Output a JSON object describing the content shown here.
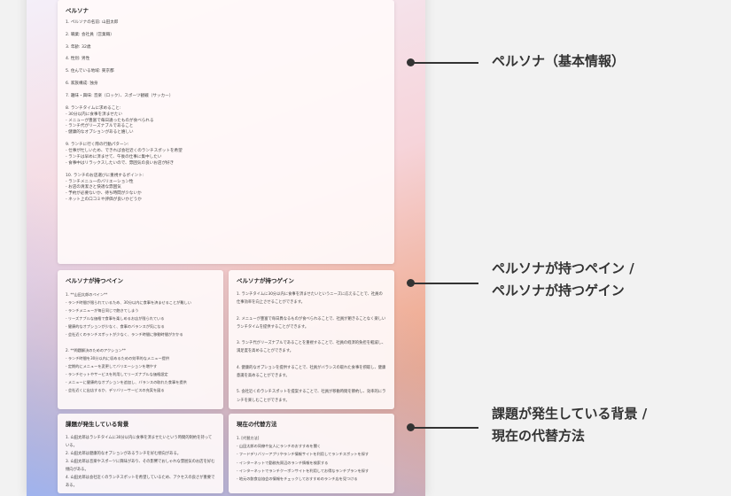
{
  "cards": {
    "persona": {
      "title": "ペルソナ",
      "body": "1. ペルソナの名前: 山田太郎\n\n2. 職業: 会社員（営業職）\n\n3. 年齢: 32歳\n\n4. 性別: 男性\n\n5. 住んでいる地域: 東京都\n\n6. 家族構成: 独身\n\n7. 趣味・興味: 音楽（ロック）、スポーツ観戦（サッカー）\n\n8. ランチタイムに求めること:\n  - 30分以内に食事を済ませたい\n  - メニューが豊富で毎日違ったものが食べられる\n  - ランチ代がリーズナブルであること\n  - 健康的なオプションがあると嬉しい\n\n9. ランチに行く際の行動パターン:\n  - 仕事が忙しいため、できれば会社近くのランチスポットを希望\n  - ランチは早めに済ませて、午後の仕事に集中したい\n  - 食事中はリラックスしたいので、雰囲気の良いお店が好き\n\n10. ランチのお店選びに重視するポイント:\n  - ランチメニューのバリエーション性\n  - お店の清潔さと快適な雰囲気\n  - 予約が必要ないか、待ち時間が少ないか\n  - ネット上の口コミや評価が良いかどうか"
    },
    "pain": {
      "title": "ペルソナが持つペイン",
      "body": "1. **山田太郎のペイン**\n  - ランチ時間が限られているため、30分以内に食事を済ませることが難しい\n  - ランチメニューが毎日同じで飽きてしまう\n  - リーズナブルな価格で食事を楽しめるお店が限られている\n  - 健康的なオプションが少なく、食事のバランスが気になる\n  - 会社近くのランチスポットが少なく、ランチ時間に移動時間がかかる\n\n2. **問題解決のためのアクション**\n  - ランチ時間を30分以内に収めるための効率的なメニュー提供\n  - 定期的にメニューを変更してバリエーションを増やす\n  - ランチセットやサービスを利用してリーズナブルな価格設定\n  - メニューに健康的なオプションを追加し、バランスの取れた食事を提供\n  - 会社近くに出店するか、デリバリーサービスの充実を図る"
    },
    "gain": {
      "title": "ペルソナが持つゲイン",
      "body": "1. ランチタイムに30分以内に食事を済ませたいというニーズに応えることで、社員の仕事効率を向上させることができます。\n\n2. メニューが豊富で毎日異なるものが食べられることで、社員が飽きることなく楽しいランチタイムを提供することができます。\n\n3. ランチ代がリーズナブルであることを重視することで、社員の経済的負担を軽減し、満足度を高めることができます。\n\n4. 健康的なオプションを提供することで、社員がバランスの取れた食事を摂取し、健康意識を高めることができます。\n\n5. 会社近くのランチスポットを提案することで、社員が移動時間を節約し、効率的にランチを楽しむことができます。"
    },
    "background": {
      "title": "課題が発生している背景",
      "body": "1. 山田太郎はランチタイムに30分以内に食事を済ませたいという時間的制約を持っている。\n2. 山田太郎は健康的なオプションがあるランチを好む傾向がある。\n3. 山田太郎は音楽やスポーツに興味があり、その影響でおしゃれな雰囲気のお店を好む傾向がある。\n4. 山田太郎は会社近くのランチスポットを希望しているため、アクセスの良さが重要である。"
    },
    "alternatives": {
      "title": "現在の代替方法",
      "body": "1. [代替方法]\n  - 山田太郎の同僚や友人にランチのおすすめを聞く\n  - フードデリバリーアプリやランチ情報サイトを利用してランチスポットを探す\n  - インターネットで勤務先周辺のランチ情報を検索する\n  - インターネットでランチクーポンサイトを利用してお得なランチプランを探す\n  - 地元の飲食店協会の情報をチェックしておすすめのランチ店を見つける"
    }
  },
  "annotations": [
    {
      "label": "ペルソナ（基本情報）"
    },
    {
      "label": "ペルソナが持つペイン /\nペルソナが持つゲイン"
    },
    {
      "label": "課題が発生している背景 /\n現在の代替方法"
    }
  ]
}
